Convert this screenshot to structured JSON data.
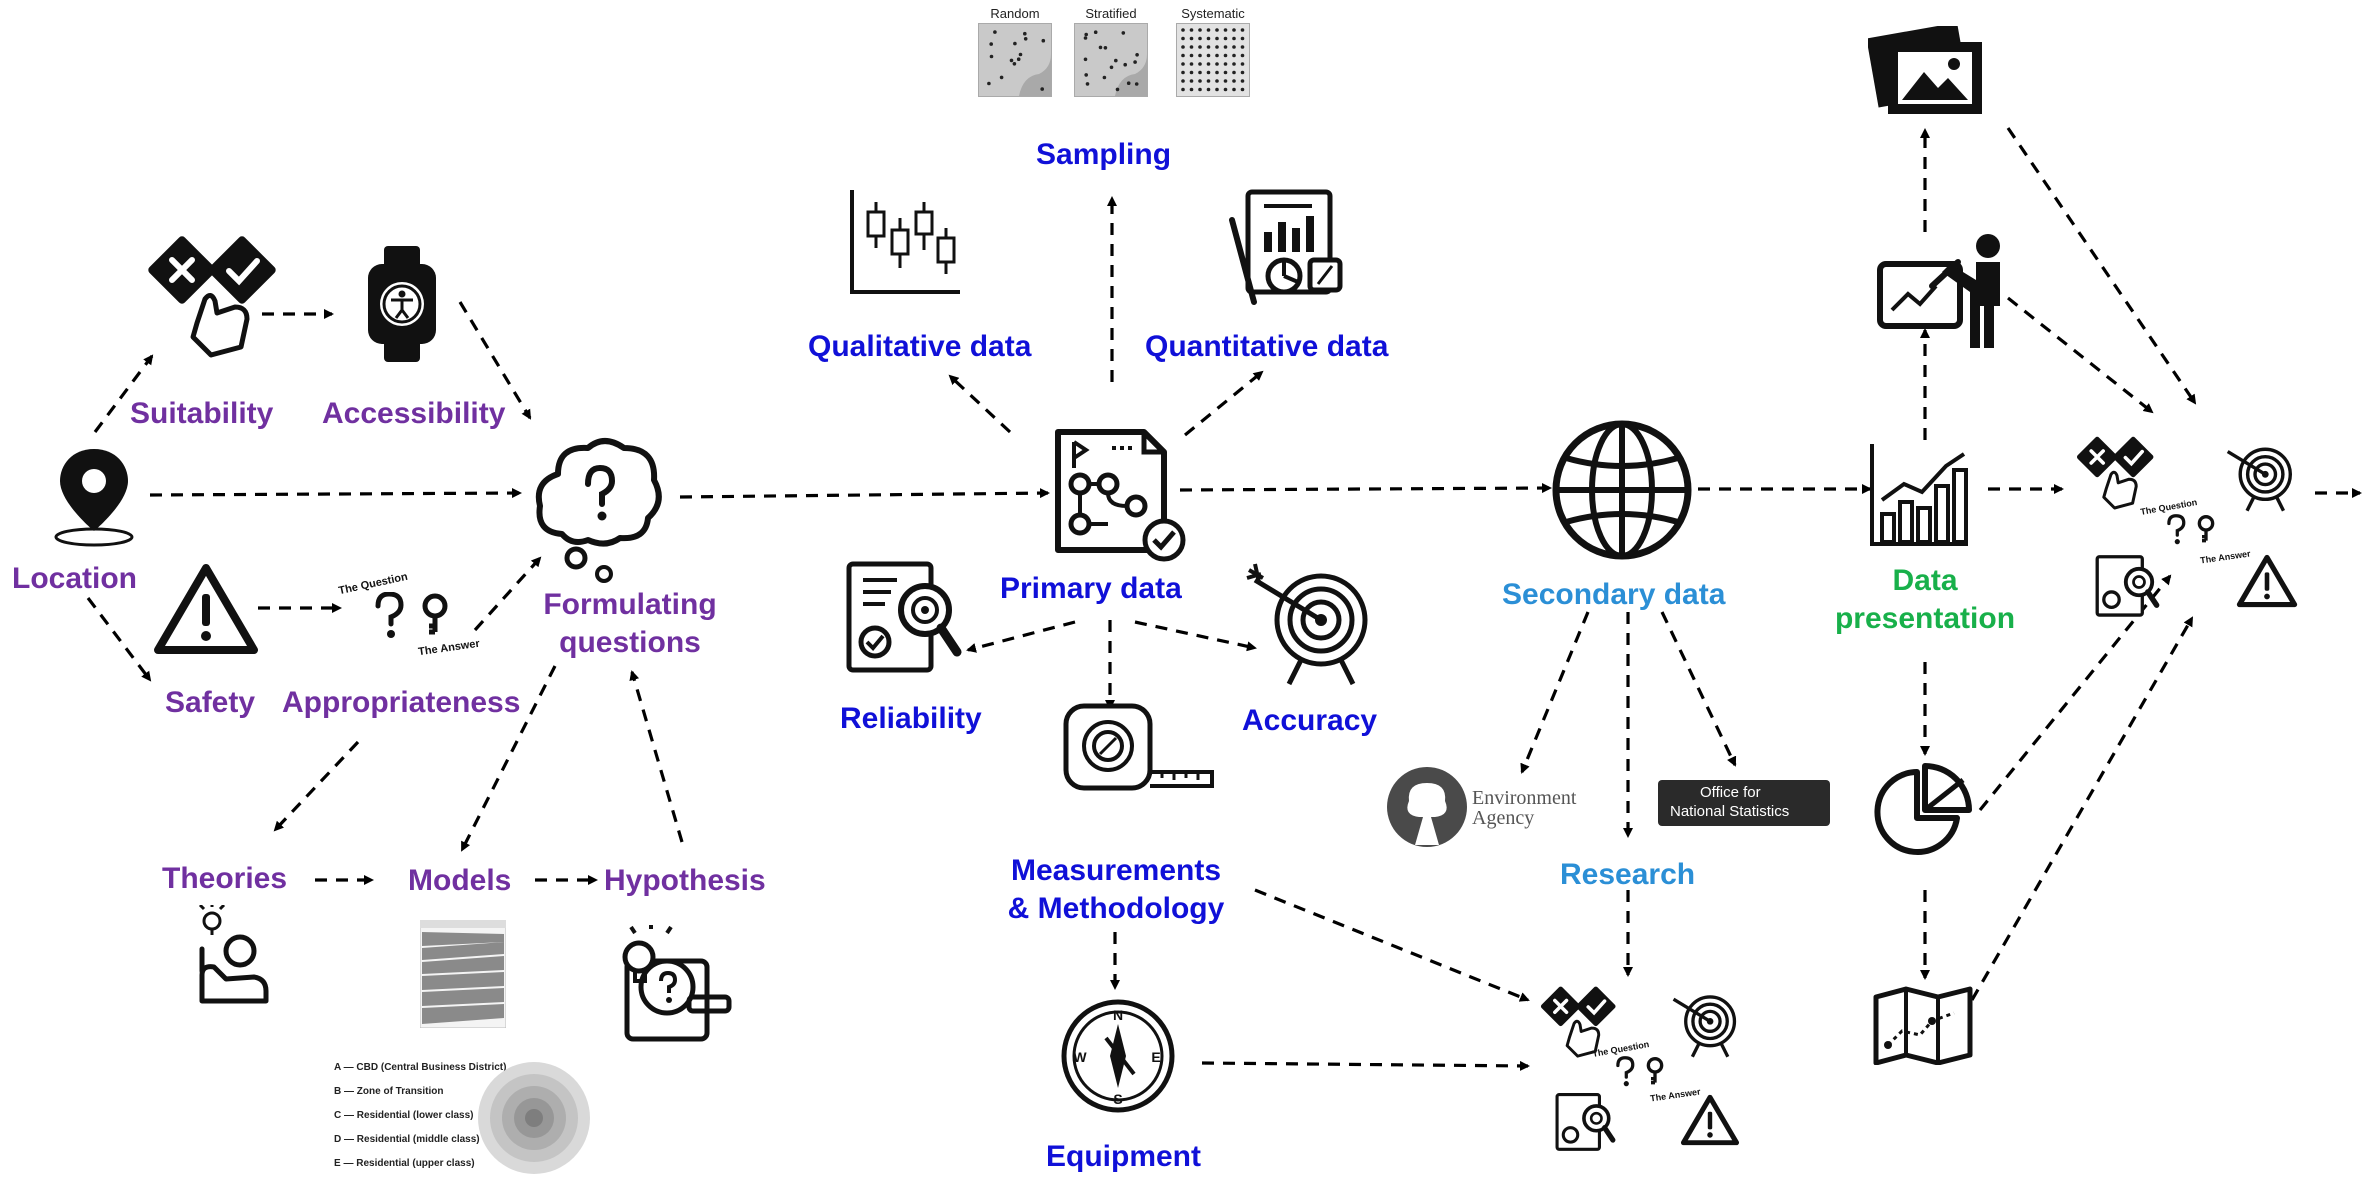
{
  "labels": {
    "location": "Location",
    "suitability": "Suitability",
    "accessibility": "Accessibility",
    "safety": "Safety",
    "appropriateness": "Appropriateness",
    "formulating_questions_1": "Formulating",
    "formulating_questions_2": "questions",
    "theories": "Theories",
    "models": "Models",
    "hypothesis": "Hypothesis",
    "sampling": "Sampling",
    "qualitative_data": "Qualitative data",
    "quantitative_data": "Quantitative data",
    "primary_data": "Primary data",
    "reliability": "Reliability",
    "accuracy": "Accuracy",
    "measurements_1": "Measurements",
    "measurements_2": "& Methodology",
    "equipment": "Equipment",
    "secondary_data": "Secondary data",
    "research": "Research",
    "data_presentation_1": "Data",
    "data_presentation_2": "presentation"
  },
  "sampling_types": [
    "Random",
    "Stratified",
    "Systematic"
  ],
  "question_answer": {
    "question": "The Question",
    "answer": "The Answer"
  },
  "logos": {
    "environment_agency_1": "Environment",
    "environment_agency_2": "Agency",
    "ons_1": "Office for",
    "ons_2": "National Statistics"
  },
  "burgess_model": {
    "rows": [
      "CBD (Central Business District)",
      "Zone of Transition",
      "Residential (lower class)",
      "Residential (middle class)",
      "Residential (upper class)"
    ],
    "letters": [
      "A",
      "B",
      "C",
      "D",
      "E"
    ]
  },
  "colors": {
    "purple": "#7030a0",
    "blue": "#1010d8",
    "light_blue": "#2b8fd6",
    "green": "#18b04a"
  }
}
